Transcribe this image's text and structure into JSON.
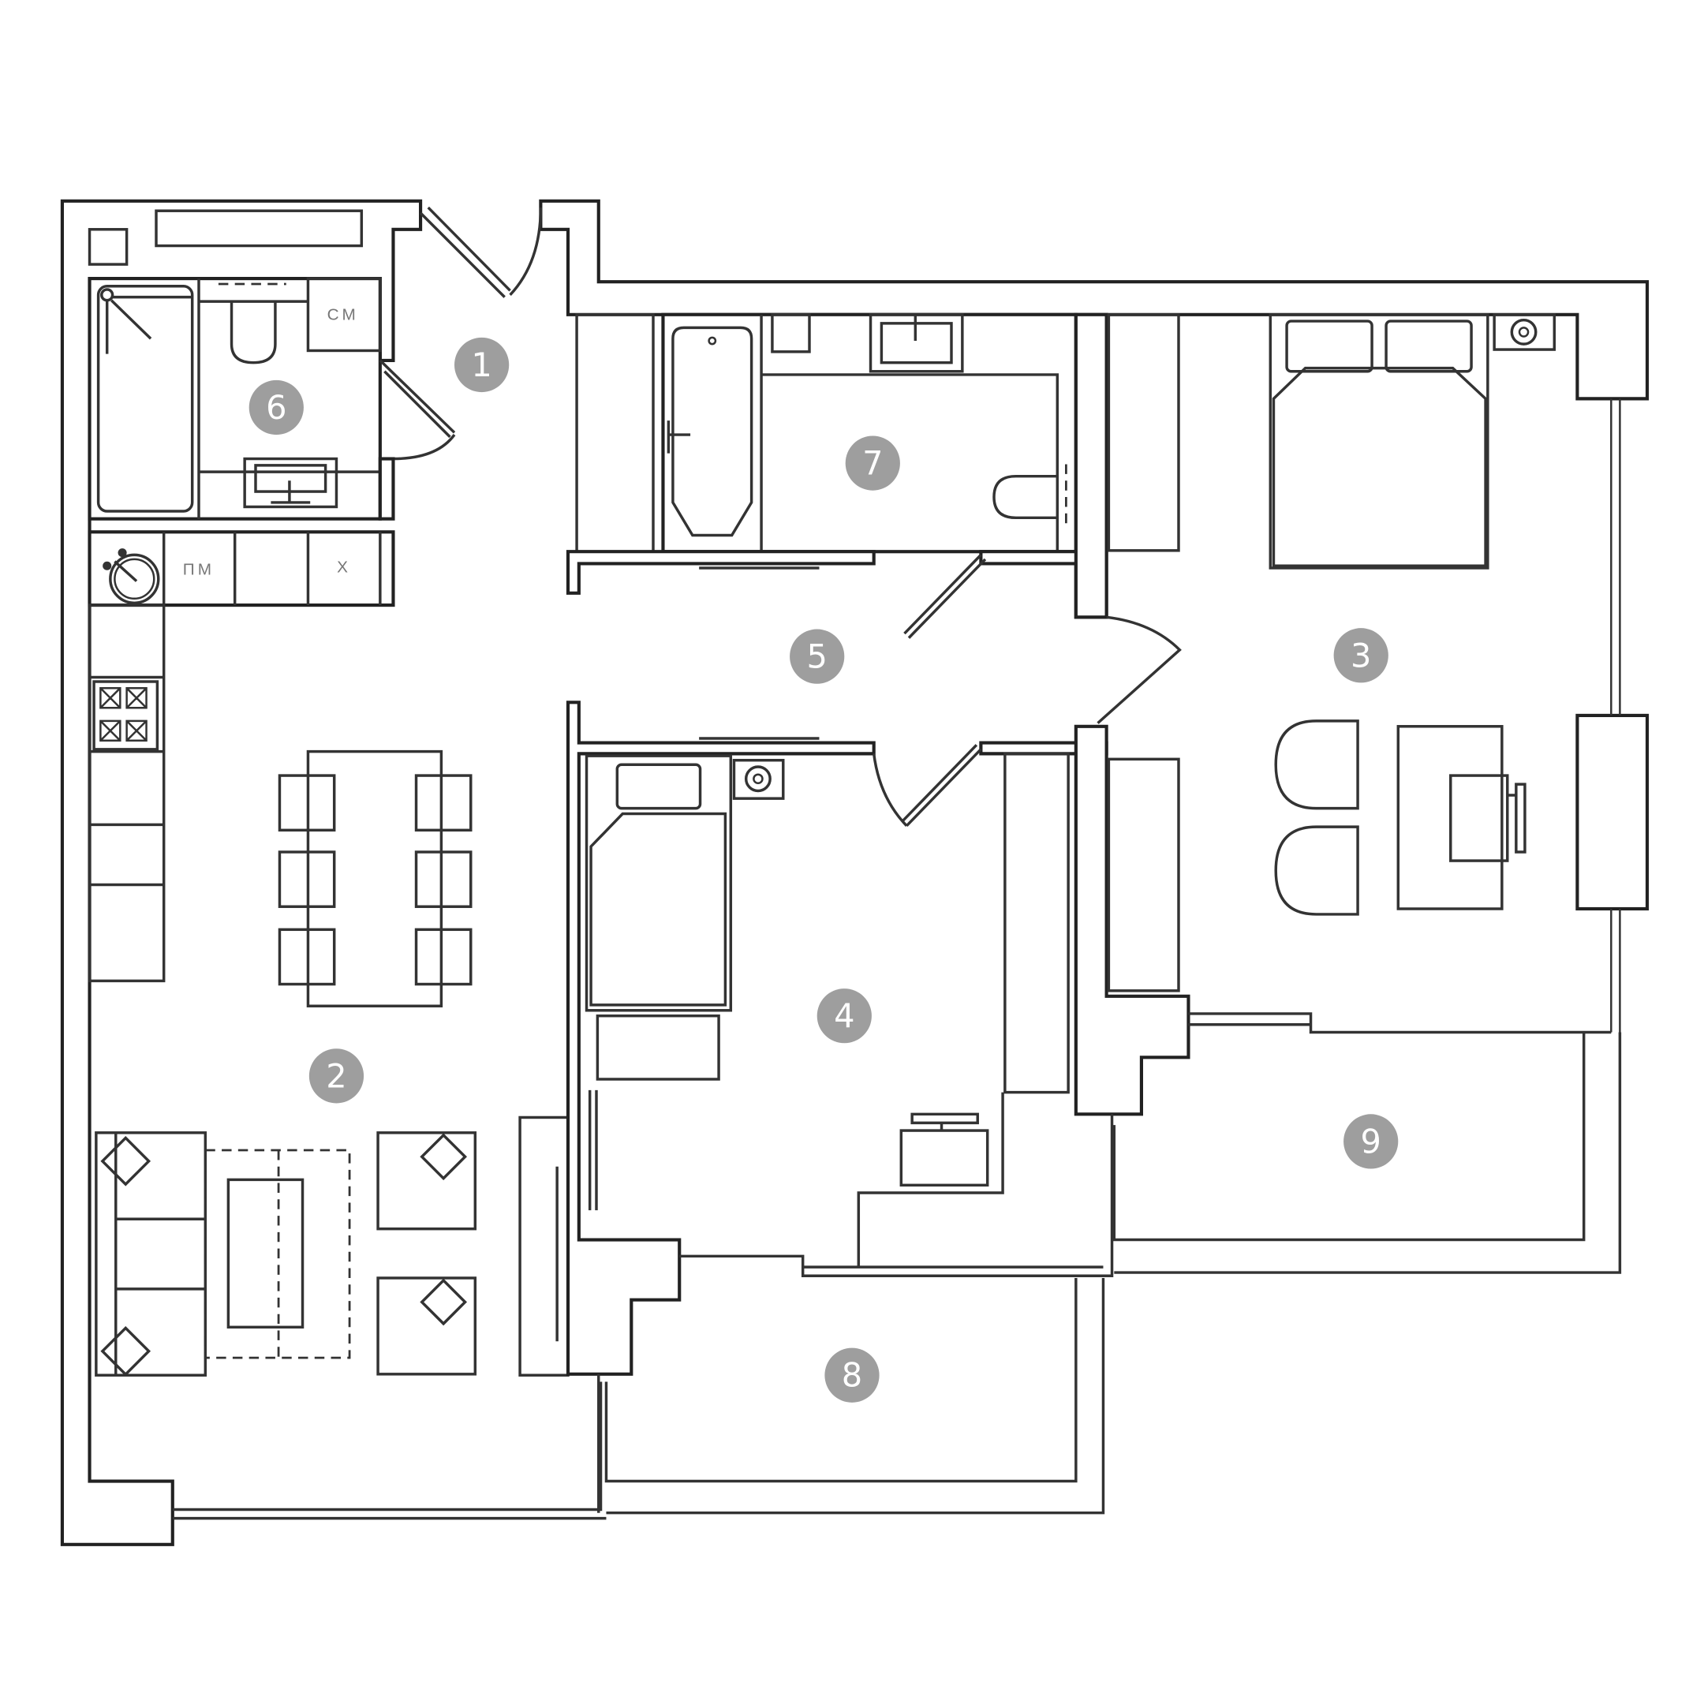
{
  "plan": {
    "type": "apartment-floor-plan",
    "rooms": [
      {
        "number": "1",
        "role": "entrance-hall"
      },
      {
        "number": "2",
        "role": "kitchen-living"
      },
      {
        "number": "3",
        "role": "bedroom"
      },
      {
        "number": "4",
        "role": "bedroom"
      },
      {
        "number": "5",
        "role": "hall"
      },
      {
        "number": "6",
        "role": "bathroom"
      },
      {
        "number": "7",
        "role": "bathroom"
      },
      {
        "number": "8",
        "role": "balcony"
      },
      {
        "number": "9",
        "role": "balcony"
      }
    ],
    "appliance_labels": {
      "washer": "СМ",
      "dishwasher": "ПМ",
      "fridge": "Х"
    },
    "colors": {
      "walls": "#222222",
      "badge": "#9e9e9e",
      "label": "#777777"
    }
  }
}
